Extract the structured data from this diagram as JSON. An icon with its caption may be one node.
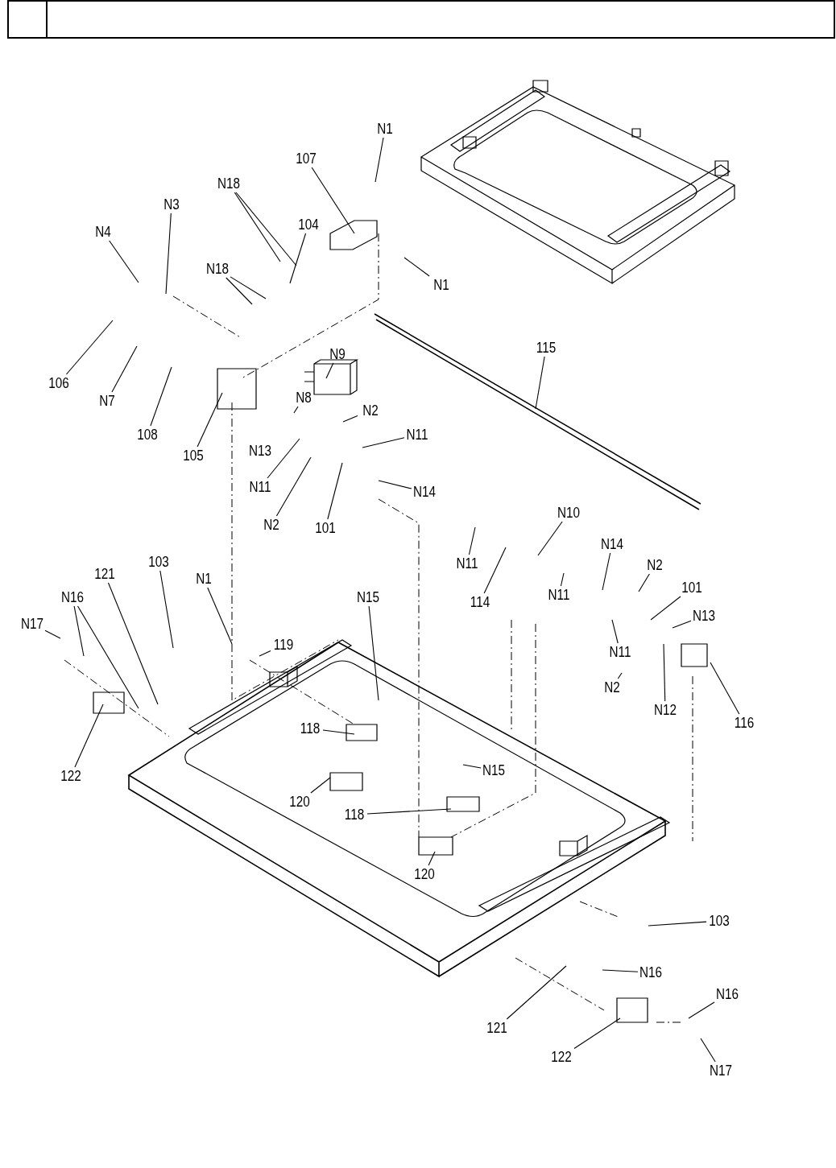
{
  "diagram": {
    "nodes": [
      {
        "text": [
          "N1"
        ]
      },
      {
        "text": [
          "107"
        ]
      },
      {
        "text": [
          "N18"
        ]
      },
      {
        "text": [
          "104"
        ]
      },
      {
        "text": [
          "N3"
        ]
      },
      {
        "text": [
          "N4"
        ]
      },
      {
        "text": [
          "N18"
        ]
      },
      {
        "text": [
          "N1"
        ]
      },
      {
        "text": [
          "106"
        ]
      },
      {
        "text": [
          "N7"
        ]
      },
      {
        "text": [
          "108"
        ]
      },
      {
        "text": [
          "105"
        ]
      },
      {
        "text": [
          "N9"
        ]
      },
      {
        "text": [
          "N8"
        ]
      },
      {
        "text": [
          "N2"
        ]
      },
      {
        "text": [
          "N11"
        ]
      },
      {
        "text": [
          "N11"
        ]
      },
      {
        "text": [
          "N2"
        ]
      },
      {
        "text": [
          "101"
        ]
      },
      {
        "text": [
          "N14"
        ]
      },
      {
        "text": [
          "115"
        ]
      },
      {
        "text": [
          "N10"
        ]
      },
      {
        "text": [
          "N11"
        ]
      },
      {
        "text": [
          "114"
        ]
      },
      {
        "text": [
          "N11"
        ]
      },
      {
        "text": [
          "N14"
        ]
      },
      {
        "text": [
          "N2"
        ]
      },
      {
        "text": [
          "101"
        ]
      },
      {
        "text": [
          "N13"
        ]
      },
      {
        "text": [
          "N11"
        ]
      },
      {
        "text": [
          "N2"
        ]
      },
      {
        "text": [
          "N12"
        ]
      },
      {
        "text": [
          "116"
        ]
      },
      {
        "text": [
          "N15"
        ]
      },
      {
        "text": [
          "103"
        ]
      },
      {
        "text": [
          "121"
        ]
      },
      {
        "text": [
          "N16"
        ]
      },
      {
        "text": [
          "N17"
        ]
      },
      {
        "text": [
          "N1"
        ]
      },
      {
        "text": [
          "119"
        ]
      },
      {
        "text": [
          "118"
        ]
      },
      {
        "text": [
          "122"
        ]
      },
      {
        "text": [
          "120"
        ]
      },
      {
        "text": [
          "N15"
        ]
      },
      {
        "text": [
          "118"
        ]
      },
      {
        "text": [
          "120"
        ]
      },
      {
        "text": [
          "103"
        ]
      },
      {
        "text": [
          "N16"
        ]
      },
      {
        "text": [
          "121"
        ]
      },
      {
        "text": [
          "N16"
        ]
      },
      {
        "text": [
          "122"
        ]
      },
      {
        "text": [
          "N17"
        ]
      }
    ],
    "edges": [
      {
        "from": 0,
        "to": null,
        "arrow": "none"
      },
      {
        "from": 1,
        "to": null,
        "arrow": "none"
      },
      {
        "from": 2,
        "to": null,
        "arrow": "none"
      },
      {
        "from": 2,
        "to": null,
        "arrow": "none"
      },
      {
        "from": 3,
        "to": null,
        "arrow": "none"
      },
      {
        "from": 4,
        "to": null,
        "arrow": "none"
      },
      {
        "from": 5,
        "to": null,
        "arrow": "none"
      },
      {
        "from": 6,
        "to": null,
        "arrow": "none"
      },
      {
        "from": 6,
        "to": null,
        "arrow": "none"
      },
      {
        "from": 7,
        "to": null,
        "arrow": "none"
      },
      {
        "from": 8,
        "to": null,
        "arrow": "none"
      },
      {
        "from": 9,
        "to": null,
        "arrow": "none"
      },
      {
        "from": 10,
        "to": null,
        "arrow": "none"
      },
      {
        "from": 11,
        "to": null,
        "arrow": "none"
      },
      {
        "from": 12,
        "to": null,
        "arrow": "none"
      },
      {
        "from": 13,
        "to": null,
        "arrow": "none"
      },
      {
        "from": 14,
        "to": null,
        "arrow": "none"
      },
      {
        "from": 15,
        "to": null,
        "arrow": "none"
      },
      {
        "from": 16,
        "to": null,
        "arrow": "none"
      },
      {
        "from": 17,
        "to": null,
        "arrow": "none"
      },
      {
        "from": 18,
        "to": null,
        "arrow": "none"
      },
      {
        "from": 19,
        "to": null,
        "arrow": "none"
      },
      {
        "from": 20,
        "to": null,
        "arrow": "none"
      },
      {
        "from": 21,
        "to": null,
        "arrow": "none"
      },
      {
        "from": 22,
        "to": null,
        "arrow": "none"
      },
      {
        "from": 23,
        "to": null,
        "arrow": "none"
      },
      {
        "from": 24,
        "to": null,
        "arrow": "none"
      },
      {
        "from": 25,
        "to": null,
        "arrow": "none"
      },
      {
        "from": 26,
        "to": null,
        "arrow": "none"
      },
      {
        "from": 27,
        "to": null,
        "arrow": "none"
      },
      {
        "from": 28,
        "to": null,
        "arrow": "none"
      },
      {
        "from": 29,
        "to": null,
        "arrow": "none"
      },
      {
        "from": 30,
        "to": null,
        "arrow": "none"
      },
      {
        "from": 31,
        "to": null,
        "arrow": "none"
      },
      {
        "from": 32,
        "to": null,
        "arrow": "none"
      },
      {
        "from": 33,
        "to": null,
        "arrow": "none"
      },
      {
        "from": 34,
        "to": null,
        "arrow": "none"
      },
      {
        "from": 35,
        "to": null,
        "arrow": "none"
      },
      {
        "from": 36,
        "to": null,
        "arrow": "none"
      },
      {
        "from": 36,
        "to": null,
        "arrow": "none"
      },
      {
        "from": 37,
        "to": null,
        "arrow": "none"
      },
      {
        "from": 38,
        "to": null,
        "arrow": "none"
      },
      {
        "from": 39,
        "to": null,
        "arrow": "none"
      },
      {
        "from": 40,
        "to": null,
        "arrow": "none"
      },
      {
        "from": 41,
        "to": null,
        "arrow": "none"
      },
      {
        "from": 42,
        "to": null,
        "arrow": "none"
      },
      {
        "from": 43,
        "to": null,
        "arrow": "none"
      },
      {
        "from": 44,
        "to": null,
        "arrow": "none"
      },
      {
        "from": 45,
        "to": null,
        "arrow": "none"
      },
      {
        "from": 46,
        "to": null,
        "arrow": "none"
      },
      {
        "from": 47,
        "to": null,
        "arrow": "none"
      },
      {
        "from": 48,
        "to": null,
        "arrow": "none"
      },
      {
        "from": 49,
        "to": null,
        "arrow": "none"
      },
      {
        "from": 50,
        "to": null,
        "arrow": "none"
      },
      {
        "from": 51,
        "to": null,
        "arrow": "none"
      }
    ],
    "labels": [
      "N13"
    ]
  }
}
